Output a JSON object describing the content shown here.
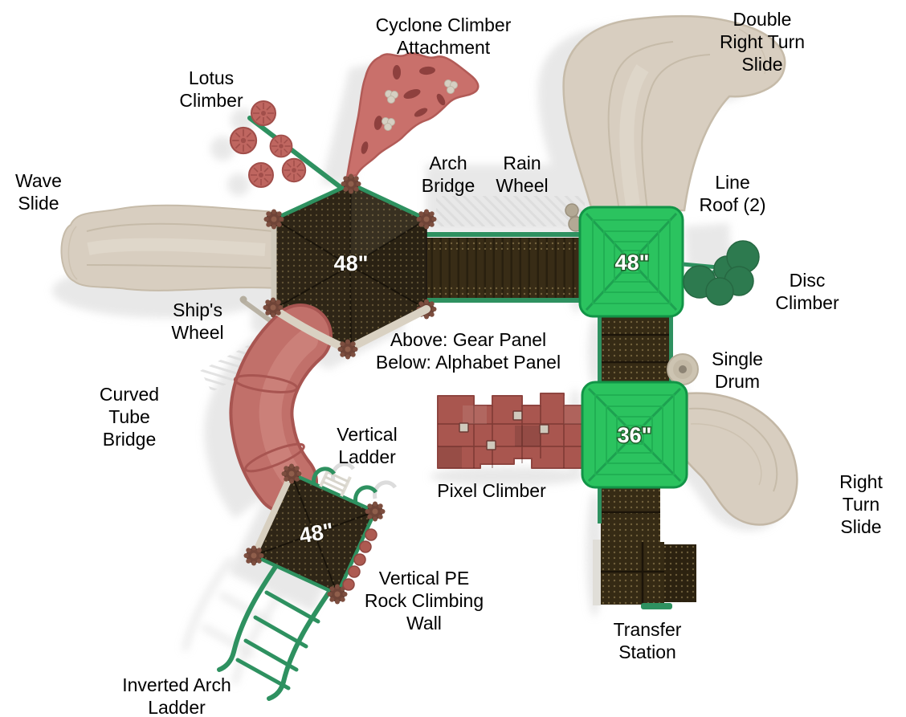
{
  "labels": {
    "cyclone_climber": "Cyclone Climber\nAttachment",
    "lotus_climber": "Lotus\nClimber",
    "wave_slide": "Wave\nSlide",
    "arch_bridge": "Arch\nBridge",
    "rain_wheel": "Rain\nWheel",
    "double_right_turn_slide": "Double\nRight Turn\nSlide",
    "line_roof": "Line\nRoof (2)",
    "disc_climber": "Disc\nClimber",
    "ships_wheel": "Ship's\nWheel",
    "single_drum": "Single\nDrum",
    "curved_tube_bridge": "Curved\nTube\nBridge",
    "vertical_ladder": "Vertical\nLadder",
    "pixel_climber": "Pixel Climber",
    "right_turn_slide": "Right\nTurn\nSlide",
    "rock_climbing_wall": "Vertical PE\nRock Climbing\nWall",
    "transfer_station": "Transfer\nStation",
    "inverted_arch_ladder": "Inverted Arch\nLadder",
    "panel_note": "Above: Gear Panel\nBelow: Alphabet Panel"
  },
  "deck_sizes": {
    "main_hex": "48\"",
    "roof_north": "48\"",
    "roof_south": "36\"",
    "lower_deck": "48\""
  },
  "colors": {
    "background": "#ffffff",
    "label_text": "#000000",
    "roof_green": "#2bc35f",
    "rail_green": "#2e9160",
    "deck_brown": "#2e2516",
    "walkway_brown": "#362b15",
    "slide_tan": "#d8cec0",
    "tube_red": "#c1706a",
    "pixel_climber_red": "#a9564f",
    "lotus_red": "#bf6660",
    "cyclone_red": "#c9706b",
    "disc_green": "#2d7a4f",
    "hardware_brown": "#6f4437",
    "drum_grey": "#cdc4b2",
    "size_label": "#ffffff"
  }
}
